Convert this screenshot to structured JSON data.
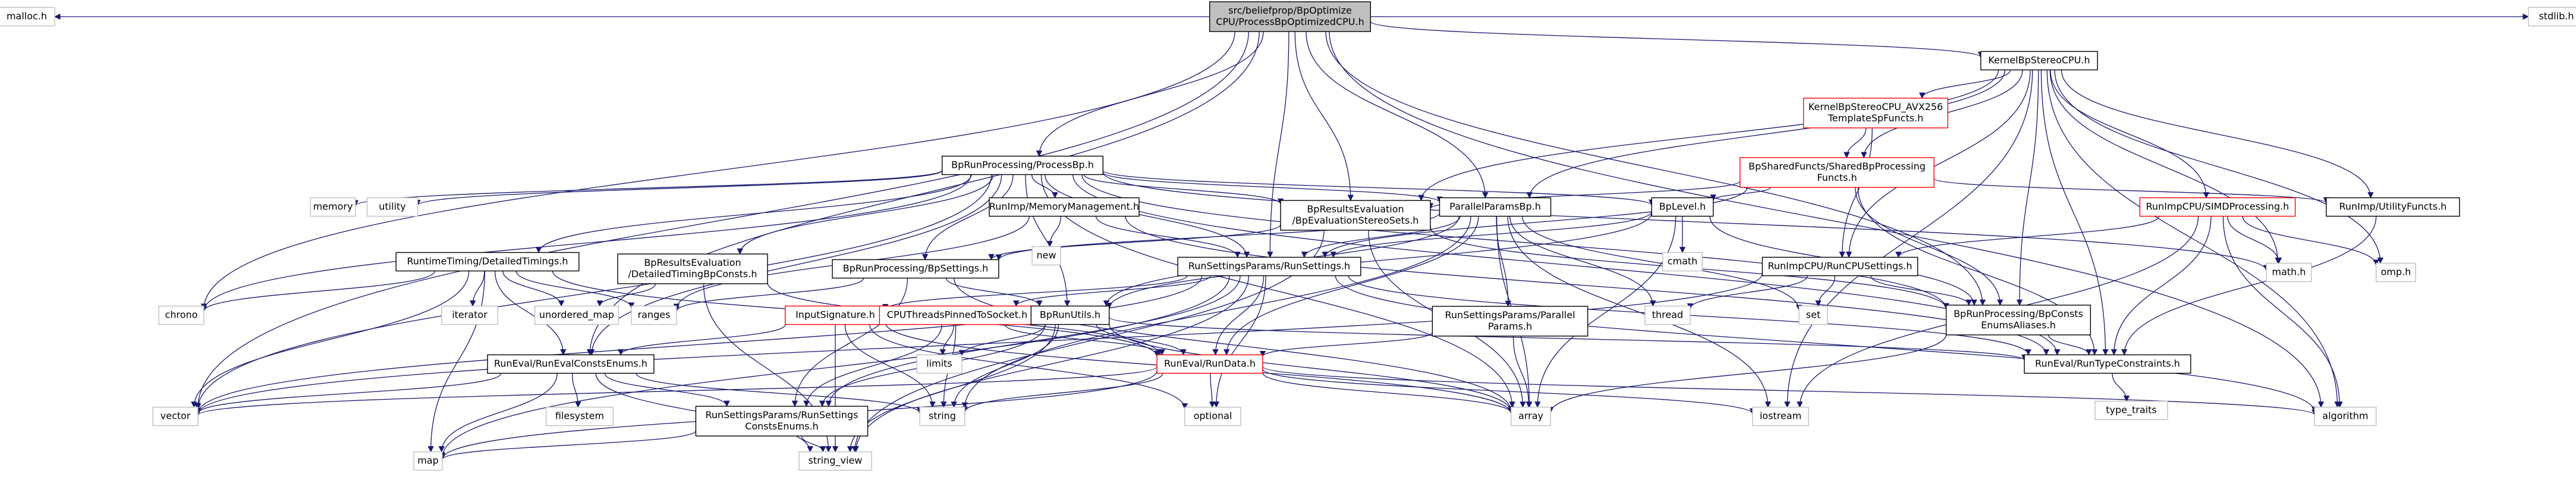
{
  "graph": {
    "colors": {
      "include_edge": "#63b8ff",
      "edge": "#191970",
      "root_fill": "#bfbfbf",
      "node_fill": "#ffffff",
      "node_border": "#000000",
      "error_node_border": "#ff0000",
      "leaf_border": "#bfbfbf",
      "text": "#000000"
    },
    "root": "src/beliefprop/BpOptimizeCPU/ProcessBpOptimizedCPU.h",
    "nodes": [
      {
        "id": "root",
        "lines": [
          "src/beliefprop/BpOptimize",
          "CPU/ProcessBpOptimizedCPU.h"
        ],
        "style": "root"
      },
      {
        "id": "malloc",
        "lines": [
          "malloc.h"
        ],
        "style": "leaf"
      },
      {
        "id": "kernel",
        "lines": [
          "KernelBpStereoCPU.h"
        ],
        "style": "normal"
      },
      {
        "id": "stdlib",
        "lines": [
          "stdlib.h"
        ],
        "style": "leaf"
      },
      {
        "id": "kernel_avx",
        "lines": [
          "KernelBpStereoCPU_AVX256",
          "TemplateSpFuncts.h"
        ],
        "style": "error"
      },
      {
        "id": "shared",
        "lines": [
          "BpSharedFuncts/SharedBpProcessing",
          "Functs.h"
        ],
        "style": "error"
      },
      {
        "id": "processbp",
        "lines": [
          "BpRunProcessing/ProcessBp.h"
        ],
        "style": "normal"
      },
      {
        "id": "memory",
        "lines": [
          "memory"
        ],
        "style": "leaf"
      },
      {
        "id": "utility",
        "lines": [
          "utility"
        ],
        "style": "leaf"
      },
      {
        "id": "memmgmt",
        "lines": [
          "RunImp/MemoryManagement.h"
        ],
        "style": "normal"
      },
      {
        "id": "evalsets",
        "lines": [
          "BpResultsEvaluation",
          "/BpEvaluationStereoSets.h"
        ],
        "style": "normal"
      },
      {
        "id": "parallel",
        "lines": [
          "ParallelParamsBp.h"
        ],
        "style": "normal"
      },
      {
        "id": "bplevel",
        "lines": [
          "BpLevel.h"
        ],
        "style": "normal"
      },
      {
        "id": "simd",
        "lines": [
          "RunImpCPU/SIMDProcessing.h"
        ],
        "style": "error"
      },
      {
        "id": "utilfuncts",
        "lines": [
          "RunImp/UtilityFuncts.h"
        ],
        "style": "normal"
      },
      {
        "id": "new",
        "lines": [
          "new"
        ],
        "style": "leaf"
      },
      {
        "id": "timings",
        "lines": [
          "RuntimeTiming/DetailedTimings.h"
        ],
        "style": "normal"
      },
      {
        "id": "bpconsts",
        "lines": [
          "BpResultsEvaluation",
          "/DetailedTimingBpConsts.h"
        ],
        "style": "normal"
      },
      {
        "id": "bpsettings",
        "lines": [
          "BpRunProcessing/BpSettings.h"
        ],
        "style": "normal"
      },
      {
        "id": "runsettings",
        "lines": [
          "RunSettingsParams/RunSettings.h"
        ],
        "style": "normal"
      },
      {
        "id": "cmath",
        "lines": [
          "cmath"
        ],
        "style": "leaf"
      },
      {
        "id": "cpuset",
        "lines": [
          "RunImpCPU/RunCPUSettings.h"
        ],
        "style": "normal"
      },
      {
        "id": "mathh",
        "lines": [
          "math.h"
        ],
        "style": "leaf"
      },
      {
        "id": "omp",
        "lines": [
          "omp.h"
        ],
        "style": "leaf"
      },
      {
        "id": "chrono",
        "lines": [
          "chrono"
        ],
        "style": "leaf"
      },
      {
        "id": "iterator",
        "lines": [
          "iterator"
        ],
        "style": "leaf"
      },
      {
        "id": "unordered_map",
        "lines": [
          "unordered_map"
        ],
        "style": "leaf"
      },
      {
        "id": "ranges",
        "lines": [
          "ranges"
        ],
        "style": "leaf"
      },
      {
        "id": "inputsig",
        "lines": [
          "InputSignature.h"
        ],
        "style": "error"
      },
      {
        "id": "cputhreads",
        "lines": [
          "CPUThreadsPinnedToSocket.h"
        ],
        "style": "error"
      },
      {
        "id": "bprunutils",
        "lines": [
          "BpRunUtils.h"
        ],
        "style": "normal"
      },
      {
        "id": "parallelrs",
        "lines": [
          "RunSettingsParams/Parallel",
          "Params.h"
        ],
        "style": "normal"
      },
      {
        "id": "thread",
        "lines": [
          "thread"
        ],
        "style": "leaf"
      },
      {
        "id": "set",
        "lines": [
          "set"
        ],
        "style": "leaf"
      },
      {
        "id": "bpenums",
        "lines": [
          "BpRunProcessing/BpConsts",
          "EnumsAliases.h"
        ],
        "style": "normal"
      },
      {
        "id": "limits",
        "lines": [
          "limits"
        ],
        "style": "leaf"
      },
      {
        "id": "runevalenums",
        "lines": [
          "RunEval/RunEvalConstsEnums.h"
        ],
        "style": "normal"
      },
      {
        "id": "rundata",
        "lines": [
          "RunEval/RunData.h"
        ],
        "style": "error"
      },
      {
        "id": "typeconstraints",
        "lines": [
          "RunEval/RunTypeConstraints.h"
        ],
        "style": "normal"
      },
      {
        "id": "type_traits",
        "lines": [
          "type_traits"
        ],
        "style": "leaf"
      },
      {
        "id": "vector",
        "lines": [
          "vector"
        ],
        "style": "leaf"
      },
      {
        "id": "filesystem",
        "lines": [
          "filesystem"
        ],
        "style": "leaf"
      },
      {
        "id": "rsenums",
        "lines": [
          "RunSettingsParams/RunSettings",
          "ConstsEnums.h"
        ],
        "style": "normal"
      },
      {
        "id": "string",
        "lines": [
          "string"
        ],
        "style": "leaf"
      },
      {
        "id": "optional",
        "lines": [
          "optional"
        ],
        "style": "leaf"
      },
      {
        "id": "array",
        "lines": [
          "array"
        ],
        "style": "leaf"
      },
      {
        "id": "iostream",
        "lines": [
          "iostream"
        ],
        "style": "leaf"
      },
      {
        "id": "algorithm",
        "lines": [
          "algorithm"
        ],
        "style": "leaf"
      },
      {
        "id": "map",
        "lines": [
          "map"
        ],
        "style": "leaf"
      },
      {
        "id": "string_view",
        "lines": [
          "string_view"
        ],
        "style": "leaf"
      }
    ],
    "edges": [
      [
        "root",
        "malloc"
      ],
      [
        "root",
        "kernel"
      ],
      [
        "root",
        "stdlib"
      ],
      [
        "root",
        "processbp"
      ],
      [
        "root",
        "evalsets"
      ],
      [
        "root",
        "parallel"
      ],
      [
        "root",
        "runsettings"
      ],
      [
        "root",
        "bpenums"
      ],
      [
        "root",
        "chrono"
      ],
      [
        "root",
        "vector"
      ],
      [
        "root",
        "runevalenums"
      ],
      [
        "root",
        "algorithm"
      ],
      [
        "kernel",
        "kernel_avx"
      ],
      [
        "kernel",
        "shared"
      ],
      [
        "kernel",
        "evalsets"
      ],
      [
        "kernel",
        "parallel"
      ],
      [
        "kernel",
        "simd"
      ],
      [
        "kernel",
        "utilfuncts"
      ],
      [
        "kernel",
        "cpuset"
      ],
      [
        "kernel",
        "mathh"
      ],
      [
        "kernel",
        "omp"
      ],
      [
        "kernel",
        "bpenums"
      ],
      [
        "kernel",
        "typeconstraints"
      ],
      [
        "kernel",
        "iostream"
      ],
      [
        "kernel",
        "algorithm"
      ],
      [
        "kernel_avx",
        "shared"
      ],
      [
        "kernel_avx",
        "cpuset"
      ],
      [
        "shared",
        "bplevel"
      ],
      [
        "shared",
        "evalsets"
      ],
      [
        "shared",
        "runsettings"
      ],
      [
        "shared",
        "bpenums"
      ],
      [
        "shared",
        "typeconstraints"
      ],
      [
        "shared",
        "utilfuncts"
      ],
      [
        "processbp",
        "memory"
      ],
      [
        "processbp",
        "utility"
      ],
      [
        "processbp",
        "memmgmt"
      ],
      [
        "processbp",
        "evalsets"
      ],
      [
        "processbp",
        "parallel"
      ],
      [
        "processbp",
        "bplevel"
      ],
      [
        "processbp",
        "timings"
      ],
      [
        "processbp",
        "bpconsts"
      ],
      [
        "processbp",
        "bpsettings"
      ],
      [
        "processbp",
        "runsettings"
      ],
      [
        "processbp",
        "chrono"
      ],
      [
        "processbp",
        "vector"
      ],
      [
        "processbp",
        "array"
      ],
      [
        "processbp",
        "bprunutils"
      ],
      [
        "processbp",
        "runevalenums"
      ],
      [
        "processbp",
        "bpenums"
      ],
      [
        "processbp",
        "mathh"
      ],
      [
        "processbp",
        "typeconstraints"
      ],
      [
        "memmgmt",
        "new"
      ],
      [
        "memmgmt",
        "runsettings"
      ],
      [
        "memmgmt",
        "typeconstraints"
      ],
      [
        "memmgmt",
        "ranges"
      ],
      [
        "evalsets",
        "bpsettings"
      ],
      [
        "evalsets",
        "array"
      ],
      [
        "evalsets",
        "string_view"
      ],
      [
        "evalsets",
        "bpenums"
      ],
      [
        "parallel",
        "runsettings"
      ],
      [
        "parallel",
        "parallelrs"
      ],
      [
        "parallel",
        "bpsettings"
      ],
      [
        "parallel",
        "rundata"
      ],
      [
        "parallel",
        "thread"
      ],
      [
        "parallel",
        "iostream"
      ],
      [
        "parallel",
        "array"
      ],
      [
        "parallel",
        "set"
      ],
      [
        "parallel",
        "string"
      ],
      [
        "parallel",
        "bprunutils"
      ],
      [
        "bplevel",
        "cmath"
      ],
      [
        "bplevel",
        "runsettings"
      ],
      [
        "bplevel",
        "array"
      ],
      [
        "bplevel",
        "bpenums"
      ],
      [
        "bplevel",
        "bprunutils"
      ],
      [
        "simd",
        "cpuset"
      ],
      [
        "simd",
        "mathh"
      ],
      [
        "simd",
        "omp"
      ],
      [
        "simd",
        "typeconstraints"
      ],
      [
        "simd",
        "algorithm"
      ],
      [
        "simd",
        "iostream"
      ],
      [
        "utilfuncts",
        "typeconstraints"
      ],
      [
        "timings",
        "chrono"
      ],
      [
        "timings",
        "iterator"
      ],
      [
        "timings",
        "unordered_map"
      ],
      [
        "timings",
        "ranges"
      ],
      [
        "timings",
        "vector"
      ],
      [
        "timings",
        "runevalenums"
      ],
      [
        "timings",
        "rundata"
      ],
      [
        "timings",
        "map"
      ],
      [
        "bpconsts",
        "unordered_map"
      ],
      [
        "bpconsts",
        "string_view"
      ],
      [
        "bpconsts",
        "rundata"
      ],
      [
        "bpsettings",
        "ranges"
      ],
      [
        "bpsettings",
        "rsenums"
      ],
      [
        "bpsettings",
        "bprunutils"
      ],
      [
        "bpsettings",
        "array"
      ],
      [
        "runsettings",
        "inputsig"
      ],
      [
        "runsettings",
        "cputhreads"
      ],
      [
        "runsettings",
        "rundata"
      ],
      [
        "runsettings",
        "rsenums"
      ],
      [
        "runsettings",
        "optional"
      ],
      [
        "runsettings",
        "map"
      ],
      [
        "runsettings",
        "string_view"
      ],
      [
        "runsettings",
        "vector"
      ],
      [
        "runsettings",
        "typeconstraints"
      ],
      [
        "runsettings",
        "algorithm"
      ],
      [
        "cpuset",
        "thread"
      ],
      [
        "cpuset",
        "set"
      ],
      [
        "cpuset",
        "bpenums"
      ],
      [
        "cpuset",
        "vector"
      ],
      [
        "inputsig",
        "string"
      ],
      [
        "inputsig",
        "runevalenums"
      ],
      [
        "inputsig",
        "string_view"
      ],
      [
        "inputsig",
        "optional"
      ],
      [
        "inputsig",
        "array"
      ],
      [
        "cputhreads",
        "string"
      ],
      [
        "cputhreads",
        "limits"
      ],
      [
        "cputhreads",
        "rsenums"
      ],
      [
        "cputhreads",
        "rundata"
      ],
      [
        "bprunutils",
        "limits"
      ],
      [
        "bprunutils",
        "string"
      ],
      [
        "bprunutils",
        "string_view"
      ],
      [
        "bprunutils",
        "array"
      ],
      [
        "bprunutils",
        "typeconstraints"
      ],
      [
        "bprunutils",
        "rundata"
      ],
      [
        "bprunutils",
        "rsenums"
      ],
      [
        "parallelrs",
        "array"
      ],
      [
        "parallelrs",
        "rundata"
      ],
      [
        "bpenums",
        "array"
      ],
      [
        "bpenums",
        "typeconstraints"
      ],
      [
        "runevalenums",
        "vector"
      ],
      [
        "runevalenums",
        "filesystem"
      ],
      [
        "runevalenums",
        "rsenums"
      ],
      [
        "runevalenums",
        "map"
      ],
      [
        "runevalenums",
        "string"
      ],
      [
        "runevalenums",
        "string_view"
      ],
      [
        "rundata",
        "vector"
      ],
      [
        "rundata",
        "string"
      ],
      [
        "rundata",
        "optional"
      ],
      [
        "rundata",
        "iostream"
      ],
      [
        "rundata",
        "map"
      ],
      [
        "rundata",
        "array"
      ],
      [
        "rundata",
        "algorithm"
      ],
      [
        "typeconstraints",
        "type_traits"
      ],
      [
        "rsenums",
        "map"
      ],
      [
        "rsenums",
        "string_view"
      ]
    ]
  }
}
